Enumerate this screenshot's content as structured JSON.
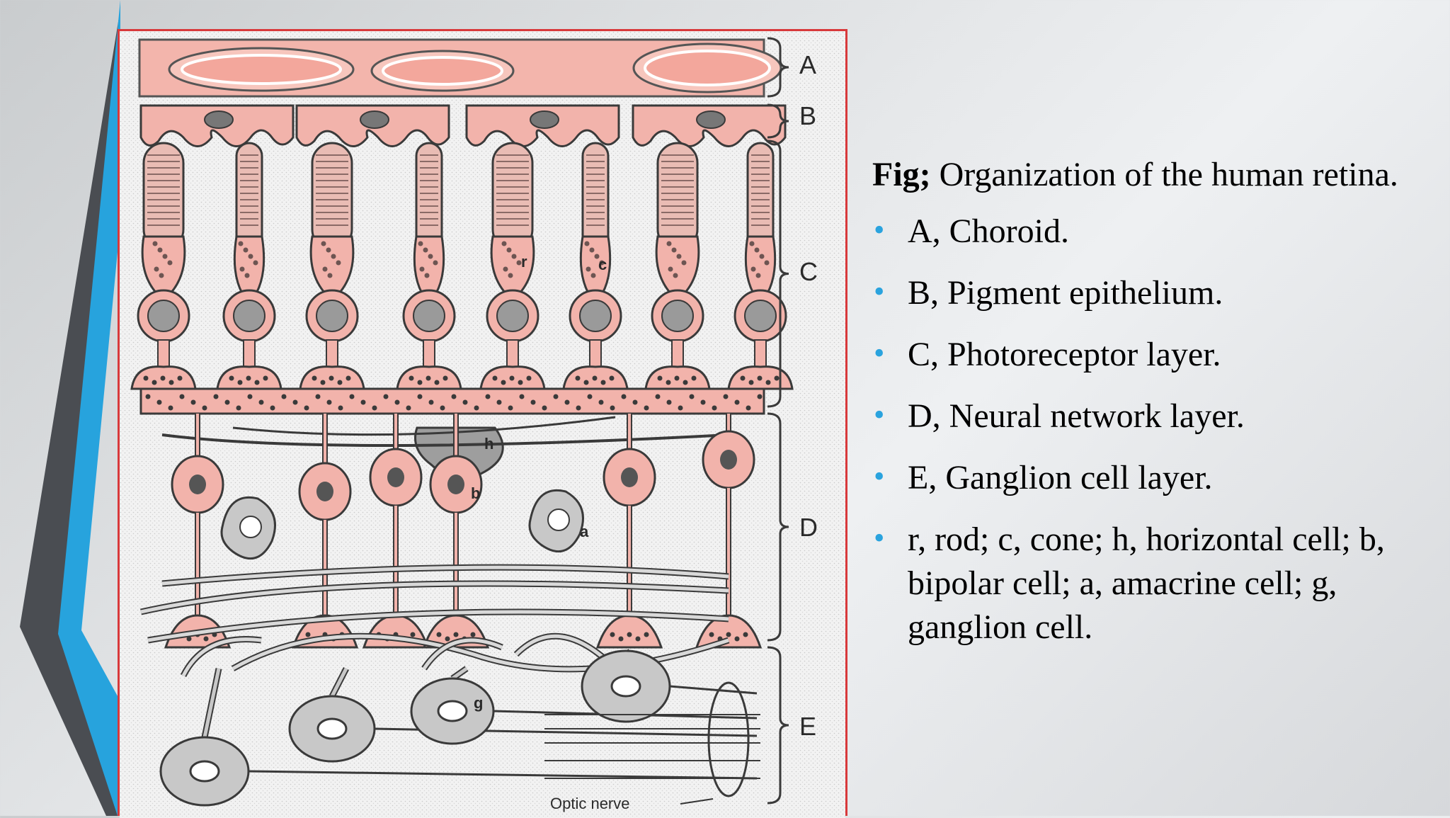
{
  "figure": {
    "layer_labels": [
      "A",
      "B",
      "C",
      "D",
      "E"
    ],
    "cell_labels": [
      "r",
      "c",
      "h",
      "b",
      "a",
      "g"
    ],
    "optic_nerve_label": "Optic nerve"
  },
  "caption": {
    "prefix": "Fig;",
    "text": "Organization of the human retina."
  },
  "legend": [
    "A, Choroid.",
    "B, Pigment epithelium.",
    "C, Photoreceptor layer.",
    "D, Neural network layer.",
    "E, Ganglion cell layer.",
    "r, rod; c, cone; h, horizontal cell; b, bipolar cell; a, amacrine cell; g, ganglion cell."
  ],
  "colors": {
    "accent_blue": "#2aa3de",
    "frame_red": "#d8393b",
    "cell_pink": "#f2b3ab",
    "cell_gray": "#c8c8c8"
  }
}
